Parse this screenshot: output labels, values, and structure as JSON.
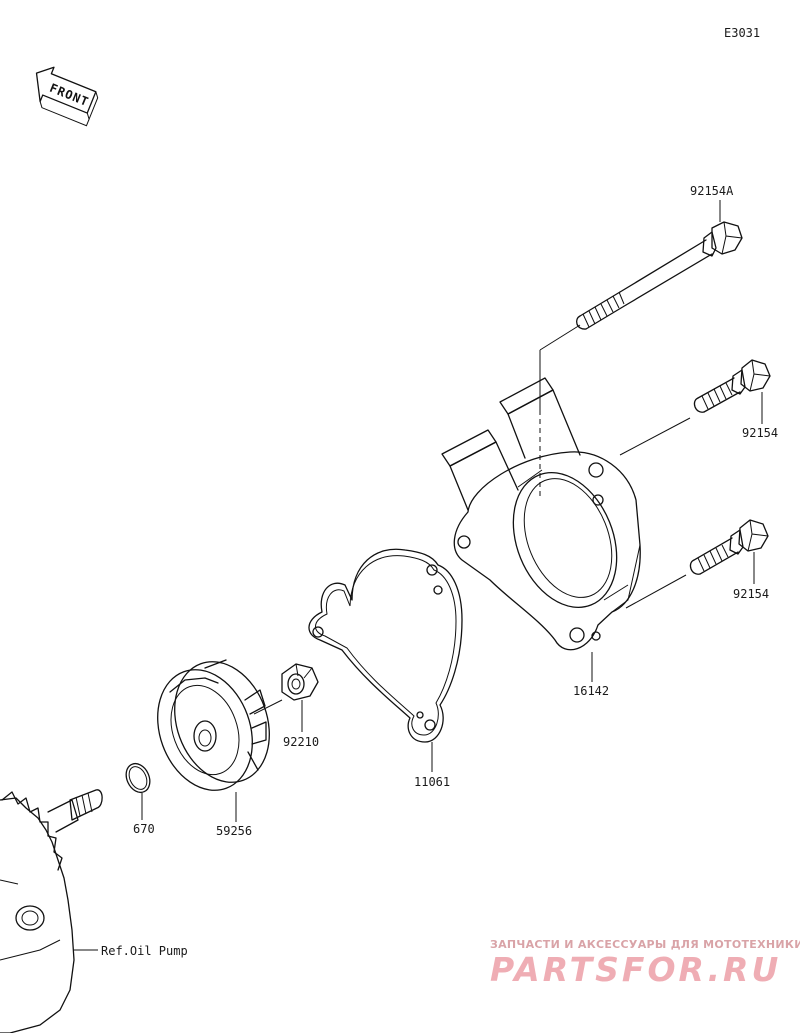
{
  "diagram_code": "E3031",
  "front_label": "FRONT",
  "parts": {
    "bolt_long": "92154A",
    "bolt_upper": "92154",
    "bolt_lower": "92154",
    "cover": "16142",
    "gasket": "11061",
    "nut": "92210",
    "impeller": "59256",
    "oring": "670",
    "reference": "Ref.Oil Pump"
  },
  "watermark": {
    "subtitle": "ЗАПЧАСТИ И АКСЕССУАРЫ ДЛЯ МОТОТЕХНИКИ",
    "brand": "PARTSFOR.RU"
  },
  "colors": {
    "line": "#111111",
    "watermark_small": "#d9a3a7",
    "watermark_big": "#e36b78"
  }
}
